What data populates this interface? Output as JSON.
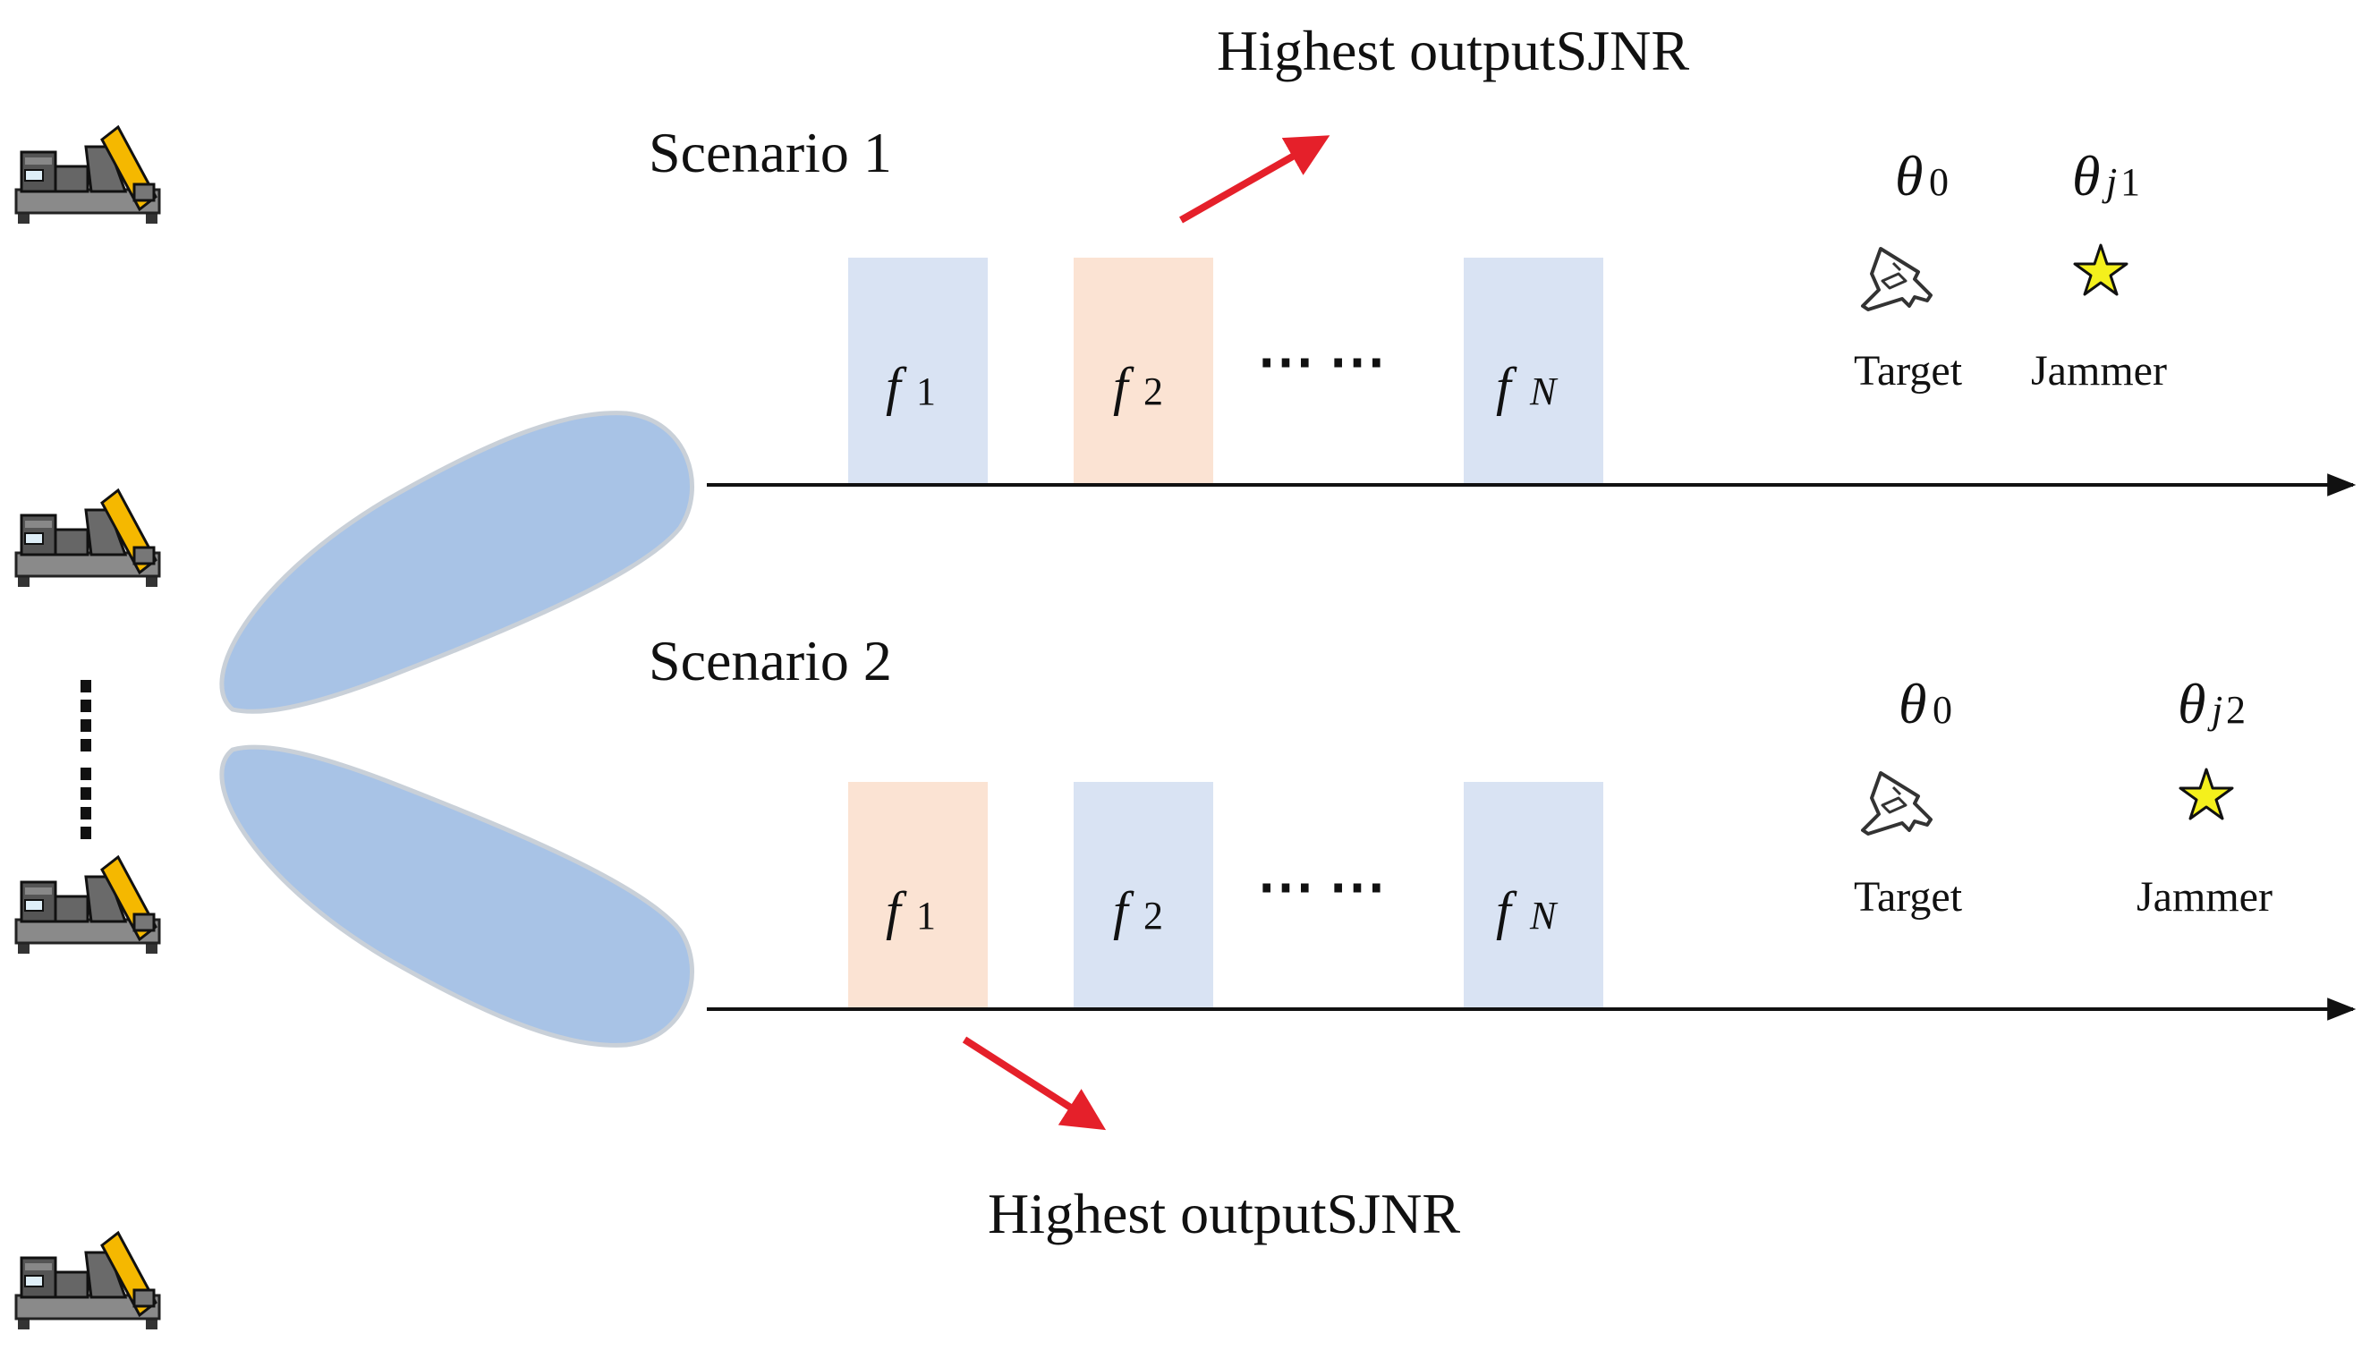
{
  "colors": {
    "blue_block": "#d9e3f3",
    "orange_block": "#fbe3d3",
    "beam": "#a8c3e6",
    "beam_edge": "#c9d0d8",
    "arrow_red": "#e5202a",
    "axis": "#111111",
    "star": "#f4f01c"
  },
  "scenario1": {
    "title": "Scenario 1",
    "highlight": "Highest outputSJNR",
    "freq_base": [
      "f",
      "f",
      "f"
    ],
    "freq_sub": [
      "1",
      "2",
      "N"
    ],
    "dots": "⋯ ⋯",
    "target_angle": {
      "base": "θ",
      "sub": "0"
    },
    "jammer_angle": {
      "base": "θ",
      "sub_italic": "j",
      "sub": "1"
    },
    "target_label": "Target",
    "jammer_label": "Jammer",
    "selected_block": "f2"
  },
  "scenario2": {
    "title": "Scenario 2",
    "highlight": "Highest outputSJNR",
    "freq_base": [
      "f",
      "f",
      "f"
    ],
    "freq_sub": [
      "1",
      "2",
      "N"
    ],
    "dots": "⋯ ⋯",
    "target_angle": {
      "base": "θ",
      "sub": "0"
    },
    "jammer_angle": {
      "base": "θ",
      "sub_italic": "j",
      "sub": "2"
    },
    "target_label": "Target",
    "jammer_label": "Jammer",
    "selected_block": "f1"
  },
  "icons": {
    "array_element": "radar-antenna-icon",
    "target": "fighter-jet-icon",
    "jammer": "star-icon",
    "array_ellipsis": "vertical-dots"
  }
}
